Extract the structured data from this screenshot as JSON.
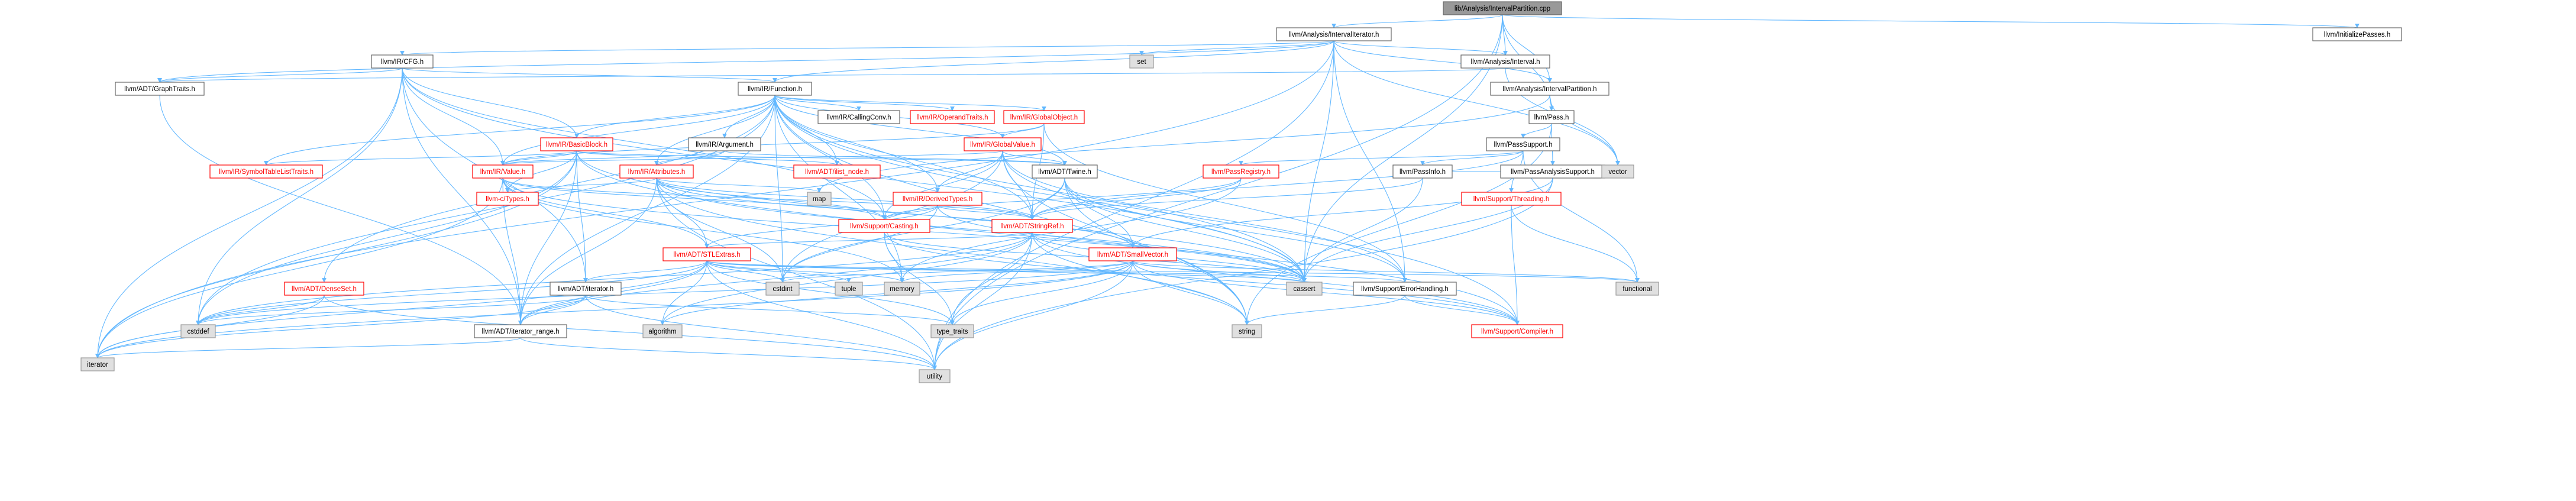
{
  "nodes": [
    {
      "id": "root",
      "label": "lib/Analysis/IntervalPartition.cpp",
      "kind": "root"
    },
    {
      "id": "intervaliterator",
      "label": "llvm/Analysis/IntervalIterator.h",
      "kind": "doc"
    },
    {
      "id": "initializepasses",
      "label": "llvm/InitializePasses.h",
      "kind": "doc"
    },
    {
      "id": "cfg",
      "label": "llvm/IR/CFG.h",
      "kind": "doc"
    },
    {
      "id": "set",
      "label": "set",
      "kind": "sys"
    },
    {
      "id": "interval",
      "label": "llvm/Analysis/Interval.h",
      "kind": "doc"
    },
    {
      "id": "graphtraits",
      "label": "llvm/ADT/GraphTraits.h",
      "kind": "doc"
    },
    {
      "id": "intervalpartition",
      "label": "llvm/Analysis/IntervalPartition.h",
      "kind": "doc"
    },
    {
      "id": "function",
      "label": "llvm/IR/Function.h",
      "kind": "doc"
    },
    {
      "id": "pass",
      "label": "llvm/Pass.h",
      "kind": "doc"
    },
    {
      "id": "passsupport",
      "label": "llvm/PassSupport.h",
      "kind": "doc"
    },
    {
      "id": "callingconv",
      "label": "llvm/IR/CallingConv.h",
      "kind": "doc"
    },
    {
      "id": "operandtraits",
      "label": "llvm/IR/OperandTraits.h",
      "kind": "red"
    },
    {
      "id": "globalobject",
      "label": "llvm/IR/GlobalObject.h",
      "kind": "red"
    },
    {
      "id": "argument",
      "label": "llvm/IR/Argument.h",
      "kind": "doc"
    },
    {
      "id": "globalvalue",
      "label": "llvm/IR/GlobalValue.h",
      "kind": "red"
    },
    {
      "id": "basicblock",
      "label": "llvm/IR/BasicBlock.h",
      "kind": "red"
    },
    {
      "id": "passinfo",
      "label": "llvm/PassInfo.h",
      "kind": "doc"
    },
    {
      "id": "passregistry",
      "label": "llvm/PassRegistry.h",
      "kind": "red"
    },
    {
      "id": "passanalysissupport",
      "label": "llvm/PassAnalysisSupport.h",
      "kind": "doc"
    },
    {
      "id": "symboltablelisttraits",
      "label": "llvm/IR/SymbolTableListTraits.h",
      "kind": "red"
    },
    {
      "id": "value",
      "label": "llvm/IR/Value.h",
      "kind": "red"
    },
    {
      "id": "attributes",
      "label": "llvm/IR/Attributes.h",
      "kind": "red"
    },
    {
      "id": "ilistnode",
      "label": "llvm/ADT/ilist_node.h",
      "kind": "red"
    },
    {
      "id": "derivedtypes",
      "label": "llvm/IR/DerivedTypes.h",
      "kind": "red"
    },
    {
      "id": "twine",
      "label": "llvm/ADT/Twine.h",
      "kind": "doc"
    },
    {
      "id": "vector",
      "label": "vector",
      "kind": "sys"
    },
    {
      "id": "threading",
      "label": "llvm/Support/Threading.h",
      "kind": "red"
    },
    {
      "id": "ctypes",
      "label": "llvm-c/Types.h",
      "kind": "red"
    },
    {
      "id": "map",
      "label": "map",
      "kind": "sys"
    },
    {
      "id": "casting",
      "label": "llvm/Support/Casting.h",
      "kind": "red"
    },
    {
      "id": "stringref",
      "label": "llvm/ADT/StringRef.h",
      "kind": "red"
    },
    {
      "id": "stlextras",
      "label": "llvm/ADT/STLExtras.h",
      "kind": "red"
    },
    {
      "id": "smallvector",
      "label": "llvm/ADT/SmallVector.h",
      "kind": "red"
    },
    {
      "id": "densemap",
      "label": "llvm/ADT/DenseSet.h",
      "kind": "red"
    },
    {
      "id": "iteratorh",
      "label": "llvm/ADT/iterator.h",
      "kind": "doc"
    },
    {
      "id": "tuple",
      "label": "tuple",
      "kind": "sys"
    },
    {
      "id": "memory",
      "label": "memory",
      "kind": "sys"
    },
    {
      "id": "cassert",
      "label": "cassert",
      "kind": "sys"
    },
    {
      "id": "functional",
      "label": "functional",
      "kind": "sys"
    },
    {
      "id": "cstdint",
      "label": "cstdint",
      "kind": "sys"
    },
    {
      "id": "errorhandling",
      "label": "llvm/Support/ErrorHandling.h",
      "kind": "doc"
    },
    {
      "id": "cstddef",
      "label": "cstddef",
      "kind": "sys"
    },
    {
      "id": "algorithm",
      "label": "algorithm",
      "kind": "sys"
    },
    {
      "id": "iteratorrange",
      "label": "llvm/ADT/iterator_range.h",
      "kind": "doc"
    },
    {
      "id": "typetraits",
      "label": "type_traits",
      "kind": "sys"
    },
    {
      "id": "string",
      "label": "string",
      "kind": "sys"
    },
    {
      "id": "compiler",
      "label": "llvm/Support/Compiler.h",
      "kind": "red"
    },
    {
      "id": "iterator",
      "label": "iterator",
      "kind": "sys"
    },
    {
      "id": "utility",
      "label": "utility",
      "kind": "sys"
    }
  ],
  "edges": [
    [
      "root",
      "intervaliterator"
    ],
    [
      "root",
      "initializepasses"
    ],
    [
      "root",
      "interval"
    ],
    [
      "root",
      "intervalpartition"
    ],
    [
      "root",
      "pass"
    ],
    [
      "root",
      "cassert"
    ],
    [
      "root",
      "utility"
    ],
    [
      "intervaliterator",
      "set"
    ],
    [
      "intervaliterator",
      "cfg"
    ],
    [
      "intervaliterator",
      "graphtraits"
    ],
    [
      "intervaliterator",
      "interval"
    ],
    [
      "intervaliterator",
      "intervalpartition"
    ],
    [
      "intervaliterator",
      "function"
    ],
    [
      "intervaliterator",
      "errorhandling"
    ],
    [
      "intervaliterator",
      "cassert"
    ],
    [
      "intervaliterator",
      "iterator"
    ],
    [
      "intervaliterator",
      "utility"
    ],
    [
      "intervaliterator",
      "vector"
    ],
    [
      "cfg",
      "graphtraits"
    ],
    [
      "cfg",
      "basicblock"
    ],
    [
      "cfg",
      "function"
    ],
    [
      "cfg",
      "value"
    ],
    [
      "cfg",
      "casting"
    ],
    [
      "cfg",
      "iteratorh"
    ],
    [
      "cfg",
      "iteratorrange"
    ],
    [
      "cfg",
      "cassert"
    ],
    [
      "cfg",
      "cstddef"
    ],
    [
      "cfg",
      "iterator"
    ],
    [
      "interval",
      "graphtraits"
    ],
    [
      "interval",
      "vector"
    ],
    [
      "graphtraits",
      "iteratorrange"
    ],
    [
      "intervalpartition",
      "pass"
    ],
    [
      "intervalpartition",
      "map"
    ],
    [
      "intervalpartition",
      "vector"
    ],
    [
      "pass",
      "passsupport"
    ],
    [
      "pass",
      "passanalysissupport"
    ],
    [
      "pass",
      "string"
    ],
    [
      "passsupport",
      "passinfo"
    ],
    [
      "passsupport",
      "passregistry"
    ],
    [
      "passsupport",
      "threading"
    ],
    [
      "passsupport",
      "stringref"
    ],
    [
      "passsupport",
      "functional"
    ],
    [
      "passinfo",
      "stringref"
    ],
    [
      "passinfo",
      "cassert"
    ],
    [
      "passinfo",
      "vector"
    ],
    [
      "passregistry",
      "stringref"
    ],
    [
      "passregistry",
      "casting"
    ],
    [
      "passregistry",
      "memory"
    ],
    [
      "passanalysissupport",
      "smallvector"
    ],
    [
      "passanalysissupport",
      "cassert"
    ],
    [
      "passanalysissupport",
      "vector"
    ],
    [
      "passanalysissupport",
      "utility"
    ],
    [
      "threading",
      "compiler"
    ],
    [
      "threading",
      "functional"
    ],
    [
      "function",
      "callingconv"
    ],
    [
      "function",
      "operandtraits"
    ],
    [
      "function",
      "globalobject"
    ],
    [
      "function",
      "argument"
    ],
    [
      "function",
      "globalvalue"
    ],
    [
      "function",
      "basicblock"
    ],
    [
      "function",
      "symboltablelisttraits"
    ],
    [
      "function",
      "value"
    ],
    [
      "function",
      "attributes"
    ],
    [
      "function",
      "ilistnode"
    ],
    [
      "function",
      "derivedtypes"
    ],
    [
      "function",
      "twine"
    ],
    [
      "function",
      "stringref"
    ],
    [
      "function",
      "densemap"
    ],
    [
      "function",
      "iteratorrange"
    ],
    [
      "function",
      "casting"
    ],
    [
      "function",
      "compiler"
    ],
    [
      "function",
      "cassert"
    ],
    [
      "function",
      "cstddef"
    ],
    [
      "function",
      "cstdint"
    ],
    [
      "function",
      "memory"
    ],
    [
      "function",
      "string"
    ],
    [
      "globalobject",
      "globalvalue"
    ],
    [
      "globalobject",
      "value"
    ],
    [
      "globalobject",
      "stringref"
    ],
    [
      "globalobject",
      "errorhandling"
    ],
    [
      "globalvalue",
      "twine"
    ],
    [
      "globalvalue",
      "derivedtypes"
    ],
    [
      "globalvalue",
      "value"
    ],
    [
      "globalvalue",
      "casting"
    ],
    [
      "globalvalue",
      "errorhandling"
    ],
    [
      "globalvalue",
      "stringref"
    ],
    [
      "globalvalue",
      "cassert"
    ],
    [
      "globalvalue",
      "cstdint"
    ],
    [
      "globalvalue",
      "string"
    ],
    [
      "argument",
      "twine"
    ],
    [
      "argument",
      "attributes"
    ],
    [
      "argument",
      "value"
    ],
    [
      "argument",
      "optional"
    ],
    [
      "basicblock",
      "twine"
    ],
    [
      "basicblock",
      "ilistnode"
    ],
    [
      "basicblock",
      "symboltablelisttraits"
    ],
    [
      "basicblock",
      "value"
    ],
    [
      "basicblock",
      "iteratorh"
    ],
    [
      "basicblock",
      "iteratorrange"
    ],
    [
      "basicblock",
      "compiler"
    ],
    [
      "basicblock",
      "cassert"
    ],
    [
      "basicblock",
      "cstddef"
    ],
    [
      "basicblock",
      "iterator"
    ],
    [
      "basicblock",
      "ctypes"
    ],
    [
      "value",
      "ctypes"
    ],
    [
      "value",
      "stringref"
    ],
    [
      "value",
      "casting"
    ],
    [
      "value",
      "iteratorrange"
    ],
    [
      "value",
      "cassert"
    ],
    [
      "value",
      "iterator"
    ],
    [
      "value",
      "memory"
    ],
    [
      "value",
      "stlextras"
    ],
    [
      "attributes",
      "ctypes"
    ],
    [
      "attributes",
      "stringref"
    ],
    [
      "attributes",
      "smallvector"
    ],
    [
      "attributes",
      "stlextras"
    ],
    [
      "attributes",
      "casting"
    ],
    [
      "attributes",
      "cassert"
    ],
    [
      "attributes",
      "cstdint"
    ],
    [
      "attributes",
      "iteratorrange"
    ],
    [
      "attributes",
      "string"
    ],
    [
      "attributes",
      "utility"
    ],
    [
      "attributes",
      "map"
    ],
    [
      "derivedtypes",
      "stringref"
    ],
    [
      "derivedtypes",
      "casting"
    ],
    [
      "derivedtypes",
      "stlextras"
    ],
    [
      "derivedtypes",
      "cassert"
    ],
    [
      "derivedtypes",
      "cstdint"
    ],
    [
      "twine",
      "smallvector"
    ],
    [
      "twine",
      "stringref"
    ],
    [
      "twine",
      "errorhandling"
    ],
    [
      "twine",
      "cassert"
    ],
    [
      "twine",
      "cstdint"
    ],
    [
      "twine",
      "string"
    ],
    [
      "casting",
      "typetraits"
    ],
    [
      "casting",
      "compiler"
    ],
    [
      "casting",
      "cassert"
    ],
    [
      "casting",
      "memory"
    ],
    [
      "stringref",
      "stlextras"
    ],
    [
      "stringref",
      "iteratorrange"
    ],
    [
      "stringref",
      "compiler"
    ],
    [
      "stringref",
      "algorithm"
    ],
    [
      "stringref",
      "cassert"
    ],
    [
      "stringref",
      "cstddef"
    ],
    [
      "stringref",
      "string"
    ],
    [
      "stringref",
      "typetraits"
    ],
    [
      "stringref",
      "utility"
    ],
    [
      "stlextras",
      "iteratorh"
    ],
    [
      "stlextras",
      "iteratorrange"
    ],
    [
      "stlextras",
      "errorhandling"
    ],
    [
      "stlextras",
      "algorithm"
    ],
    [
      "stlextras",
      "cassert"
    ],
    [
      "stlextras",
      "cstddef"
    ],
    [
      "stlextras",
      "cstdint"
    ],
    [
      "stlextras",
      "functional"
    ],
    [
      "stlextras",
      "iterator"
    ],
    [
      "stlextras",
      "memory"
    ],
    [
      "stlextras",
      "tuple"
    ],
    [
      "stlextras",
      "typetraits"
    ],
    [
      "stlextras",
      "utility"
    ],
    [
      "smallvector",
      "compiler"
    ],
    [
      "smallvector",
      "algorithm"
    ],
    [
      "smallvector",
      "cassert"
    ],
    [
      "smallvector",
      "cstddef"
    ],
    [
      "smallvector",
      "cstdint"
    ],
    [
      "smallvector",
      "functional"
    ],
    [
      "smallvector",
      "iterator"
    ],
    [
      "smallvector",
      "memory"
    ],
    [
      "smallvector",
      "typetraits"
    ],
    [
      "smallvector",
      "utility"
    ],
    [
      "smallvector",
      "string"
    ],
    [
      "densemap",
      "cstddef"
    ],
    [
      "densemap",
      "iterator"
    ],
    [
      "densemap",
      "utility"
    ],
    [
      "iteratorh",
      "iteratorrange"
    ],
    [
      "iteratorh",
      "cstddef"
    ],
    [
      "iteratorh",
      "iterator"
    ],
    [
      "iteratorh",
      "typetraits"
    ],
    [
      "iteratorh",
      "utility"
    ],
    [
      "iteratorrange",
      "iterator"
    ],
    [
      "iteratorrange",
      "utility"
    ],
    [
      "errorhandling",
      "compiler"
    ],
    [
      "errorhandling",
      "string"
    ]
  ]
}
